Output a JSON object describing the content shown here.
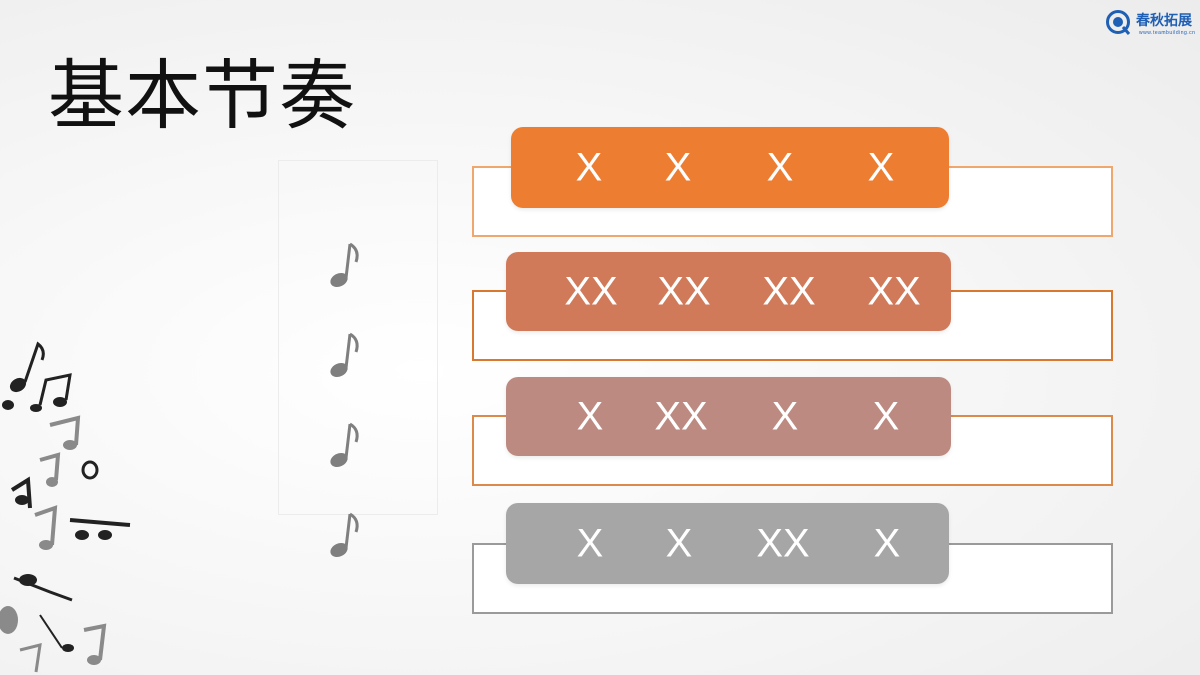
{
  "title": "基本节奏",
  "logo": {
    "name": "春秋拓展",
    "url": "www.teambuilding.cn",
    "color": "#1f5fb4"
  },
  "rows": [
    {
      "beats": [
        "X",
        "X",
        "X",
        "X"
      ],
      "bar_color": "#ed7d31",
      "border_color": "#f0a76e"
    },
    {
      "beats": [
        "XX",
        "XX",
        "XX",
        "XX"
      ],
      "bar_color": "#d07a5a",
      "border_color": "#d9782f"
    },
    {
      "beats": [
        "X",
        "XX",
        "X",
        "X"
      ],
      "bar_color": "#bc8a80",
      "border_color": "#dc8a4a"
    },
    {
      "beats": [
        "X",
        "X",
        "XX",
        "X"
      ],
      "bar_color": "#a6a6a6",
      "border_color": "#9a9a9a"
    }
  ],
  "icons": {
    "row_marker": "eighth-note-icon",
    "decoration": "music-notes-decoration"
  }
}
